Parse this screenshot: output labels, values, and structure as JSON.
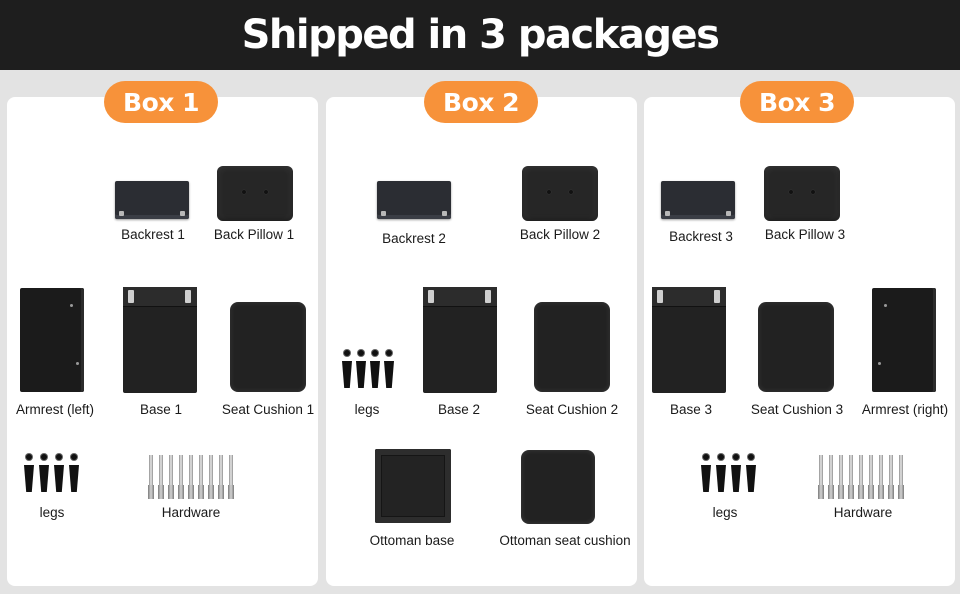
{
  "header": {
    "title": "Shipped in 3 packages"
  },
  "colors": {
    "header_bg": "#1e1e1e",
    "badge_bg": "#f7923a",
    "panel_bg": "#ffffff",
    "page_bg": "#e3e3e3"
  },
  "boxes": [
    {
      "badge": "Box 1",
      "items": [
        {
          "label": "Backrest 1"
        },
        {
          "label": "Back Pillow 1"
        },
        {
          "label": "Armrest (left)"
        },
        {
          "label": "Base 1"
        },
        {
          "label": "Seat Cushion 1"
        },
        {
          "label": "legs"
        },
        {
          "label": "Hardware"
        }
      ]
    },
    {
      "badge": "Box 2",
      "items": [
        {
          "label": "Backrest 2"
        },
        {
          "label": "Back Pillow 2"
        },
        {
          "label": "legs"
        },
        {
          "label": "Base 2"
        },
        {
          "label": "Seat Cushion 2"
        },
        {
          "label": "Ottoman base"
        },
        {
          "label": "Ottoman seat cushion"
        }
      ]
    },
    {
      "badge": "Box 3",
      "items": [
        {
          "label": "Backrest 3"
        },
        {
          "label": "Back Pillow 3"
        },
        {
          "label": "Base 3"
        },
        {
          "label": "Seat Cushion 3"
        },
        {
          "label": "Armrest (right)"
        },
        {
          "label": "legs"
        },
        {
          "label": "Hardware"
        }
      ]
    }
  ]
}
